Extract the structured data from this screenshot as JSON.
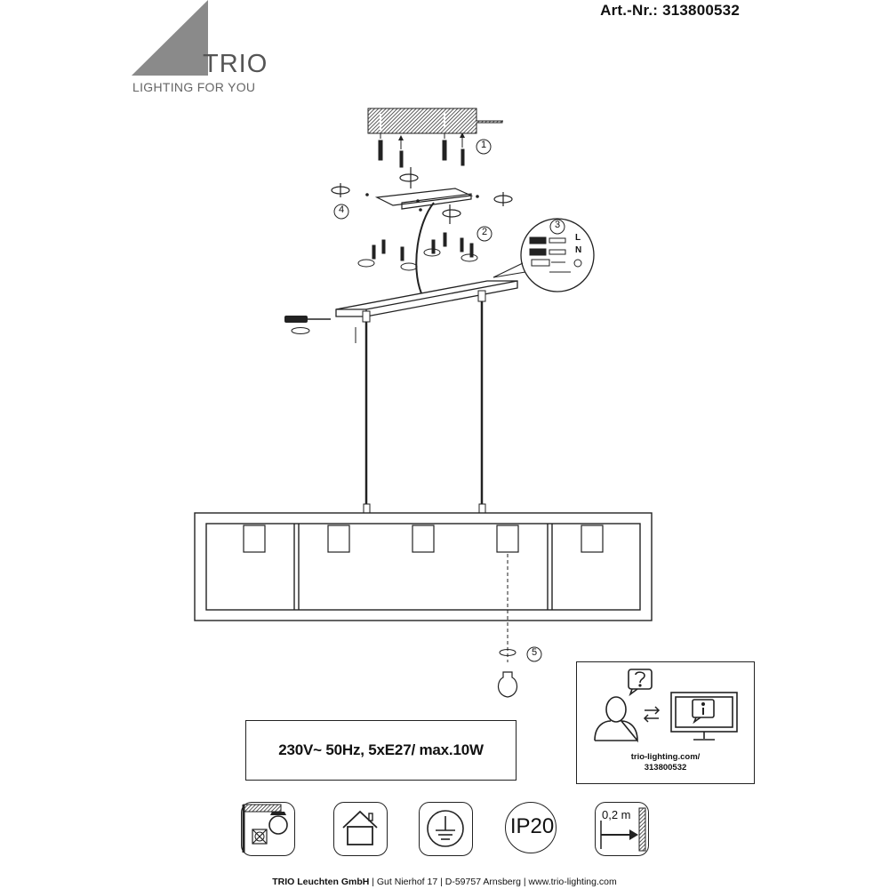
{
  "header": {
    "article_number": "Art.-Nr.: 313800532"
  },
  "brand": {
    "name": "TRIO",
    "tagline": "LIGHTING FOR YOU"
  },
  "steps": [
    "1",
    "2",
    "3",
    "4",
    "5"
  ],
  "wiring": {
    "live": "L",
    "neutral": "N"
  },
  "spec": {
    "text": "230V~ 50Hz, 5xE27/ max.10W"
  },
  "info": {
    "url_line1": "trio-lighting.com/",
    "url_line2": "313800532",
    "icons": [
      "person-question-icon",
      "exchange-arrows-icon",
      "monitor-info-icon"
    ]
  },
  "symbols": {
    "items": [
      "no-dimmer-icon",
      "indoor-use-icon",
      "protective-earth-icon",
      "ip20-icon",
      "min-distance-icon"
    ],
    "ip_rating": "IP20",
    "min_distance": "0,2 m"
  },
  "footer": {
    "company": "TRIO Leuchten GmbH",
    "separator": " | ",
    "address": "Gut Nierhof 17",
    "city": "D-59757 Arnsberg",
    "website": "www.trio-lighting.com"
  },
  "colors": {
    "logo_gray": "#8a8a8a",
    "line": "#222222"
  }
}
